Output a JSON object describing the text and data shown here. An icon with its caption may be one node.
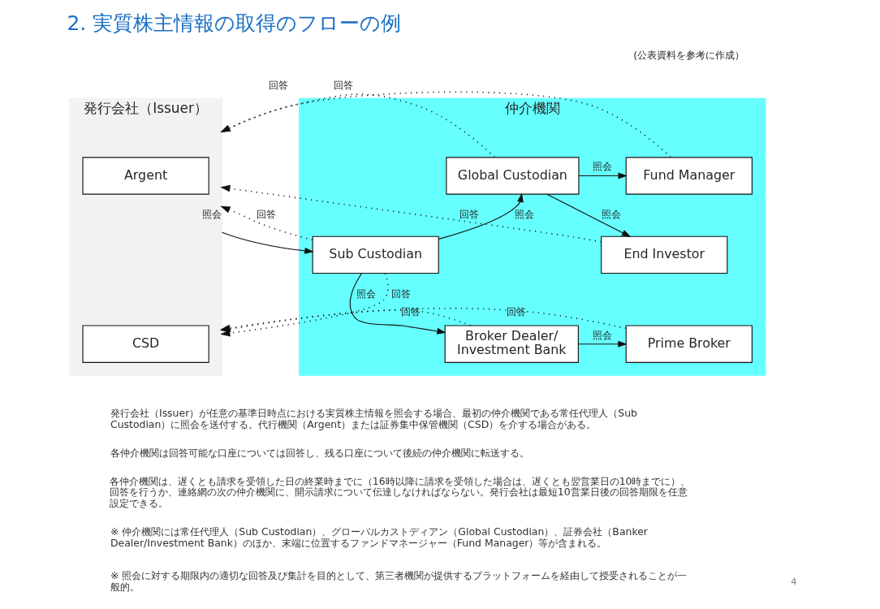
{
  "diagram": {
    "title": "2. 実質株主情報の取得のフローの例",
    "nodes": [
      {
        "text": [
          "発行会社（Issuer）"
        ]
      },
      {
        "text": [
          "Argent"
        ],
        "in": 0
      },
      {
        "text": [
          "CSD"
        ],
        "in": 0
      },
      {
        "text": [
          "仲介機関"
        ]
      },
      {
        "text": [
          "Sub Custodian"
        ],
        "in": 3
      },
      {
        "text": [
          "Global Custodian"
        ],
        "in": 3
      },
      {
        "text": [
          "Broker Dealer/ Investment Bank"
        ],
        "in": 3
      },
      {
        "text": [
          "Fund Manager"
        ],
        "in": 3
      },
      {
        "text": [
          "End Investor"
        ],
        "in": 3
      },
      {
        "text": [
          "Prime Broker"
        ],
        "in": 3
      }
    ],
    "edges": [
      {
        "from": 0,
        "to": 4,
        "arrow": "to",
        "label": "照会"
      },
      {
        "from": 4,
        "to": 5,
        "arrow": "to",
        "label": "照会"
      },
      {
        "from": 4,
        "to": 6,
        "arrow": "to",
        "label": "照会"
      },
      {
        "from": 5,
        "to": 7,
        "arrow": "to",
        "label": "照会"
      },
      {
        "from": 5,
        "to": 8,
        "arrow": "to",
        "label": "照会"
      },
      {
        "from": 6,
        "to": 9,
        "arrow": "to",
        "label": "照会"
      },
      {
        "from": 4,
        "to": 0,
        "arrow": "to",
        "label": "回答",
        "style": "dashed"
      },
      {
        "from": 5,
        "to": 0,
        "arrow": "to",
        "label": "回答",
        "style": "dashed"
      },
      {
        "from": 7,
        "to": 0,
        "arrow": "to",
        "label": "回答",
        "style": "dashed"
      },
      {
        "from": 8,
        "to": 0,
        "arrow": "to",
        "label": "回答",
        "style": "dashed"
      },
      {
        "from": 4,
        "to": 0,
        "arrow": "to",
        "label": "回答",
        "style": "dashed"
      },
      {
        "from": 6,
        "to": 0,
        "arrow": "to",
        "label": "回答",
        "style": "dashed"
      },
      {
        "from": 9,
        "to": 0,
        "arrow": "to",
        "label": "回答",
        "style": "dashed"
      }
    ],
    "labels": [
      "(公表資料を参考に作成）",
      "発行会社（Issuer）が任意の基準日時点における実質株主情報を照会する場合、最初の仲介機関である常任代理人（Sub Custodian）に照会を送付する。代行機関（Argent）または証券集中保管機関（CSD）を介する場合がある。",
      "各仲介機関は回答可能な口座については回答し、残る口座について後続の仲介機関に転送する。",
      "各仲介機関は、遅くとも請求を受領した日の終業時までに（16時以降に請求を受領した場合は、遅くとも翌営業日の10時までに）、回答を行うか、連絡網の次の仲介機関に、開示請求について伝達しなければならない。発行会社は最短10営業日後の回答期限を任意設定できる。",
      "※ 仲介機関には常任代理人（Sub Custodian）、グローバルカストディアン（Global Custodian）、証券会社（Banker Dealer/Investment Bank）のほか、末端に位置するファンドマネージャー（Fund Manager）等が含まれる。",
      "※ 照会に対する期限内の適切な回答及び集計を目的として、第三者機関が提供するプラットフォームを経由して授受されることが一般的。",
      "4"
    ]
  }
}
